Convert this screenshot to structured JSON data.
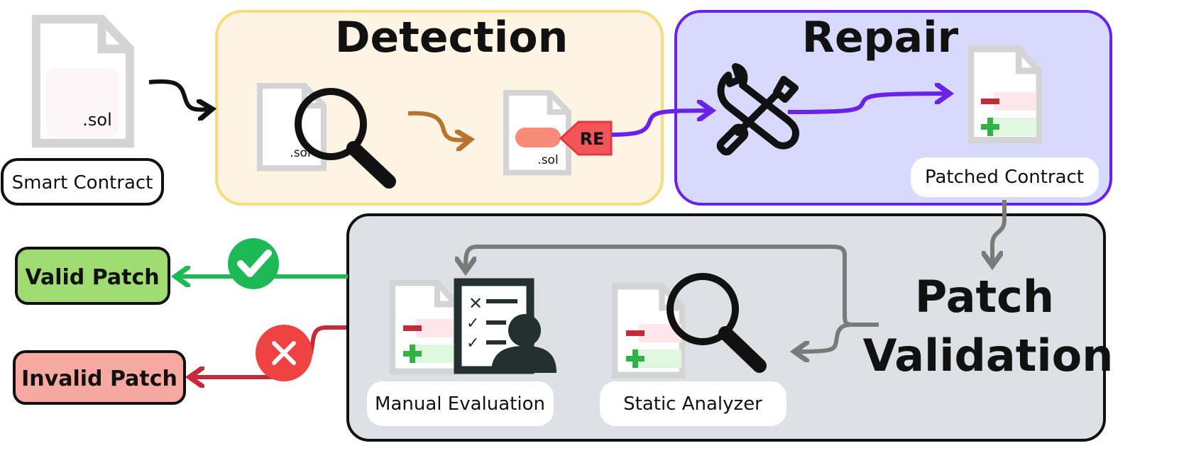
{
  "colors": {
    "detection_fill": "#fdf4e3",
    "detection_stroke": "#f9dc7a",
    "repair_fill": "#d8dafd",
    "repair_stroke": "#6a22e9",
    "validation_fill": "#dde1e6",
    "validation_stroke": "#111111",
    "valid_fill": "#9fdd73",
    "valid_arrow": "#1db954",
    "invalid_fill": "#f6a9a0",
    "invalid_arrow": "#c62a3a",
    "re_tag": "#f4555a",
    "detect_arrow": "#b8742e",
    "gray_arrow": "#7a7a7a"
  },
  "stages": {
    "detection": {
      "title": "Detection"
    },
    "repair": {
      "title": "Repair"
    },
    "validation": {
      "title_line1": "Patch",
      "title_line2": "Validation"
    }
  },
  "files": {
    "ext": ".sol",
    "re_tag": "RE"
  },
  "labels": {
    "smart_contract": "Smart Contract",
    "patched_contract": "Patched Contract",
    "manual_evaluation": "Manual Evaluation",
    "static_analyzer": "Static Analyzer"
  },
  "outcomes": {
    "valid": "Valid Patch",
    "invalid": "Invalid Patch"
  },
  "icons": {
    "document": "document-icon",
    "magnifier": "magnifier-icon",
    "tools": "wrench-screwdriver-icon",
    "check": "check-icon",
    "cross": "cross-icon",
    "checklist_person": "checklist-person-icon",
    "patch_marks": "minus-plus-icon"
  }
}
